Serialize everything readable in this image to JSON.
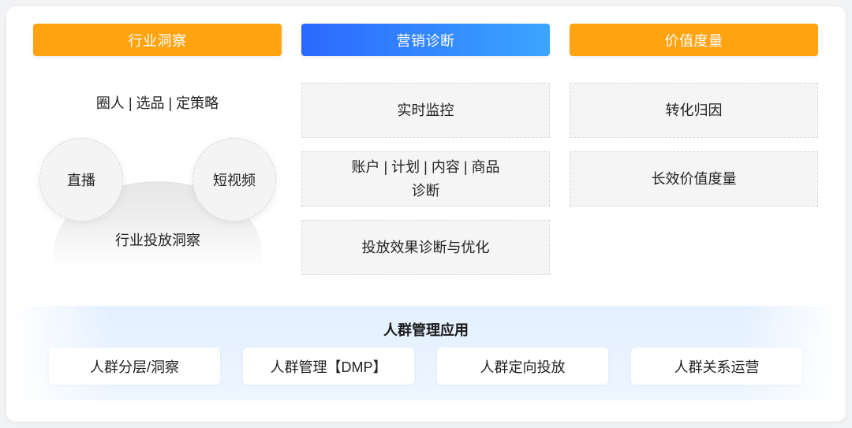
{
  "colors": {
    "orange": "#FFA310",
    "blue_start": "#2B68FF",
    "blue_end": "#3BA5FF",
    "band": "#E3F0FF"
  },
  "industry": {
    "header": "行业洞察",
    "tagline": "圈人 | 选品 | 定策略",
    "circles": [
      "直播",
      "短视频"
    ],
    "base_label": "行业投放洞察"
  },
  "diagnosis": {
    "header": "营销诊断",
    "items": [
      {
        "lines": [
          "实时监控"
        ]
      },
      {
        "lines": [
          "账户 | 计划 | 内容 | 商品",
          "诊断"
        ]
      },
      {
        "lines": [
          "投放效果诊断与优化"
        ]
      }
    ]
  },
  "value": {
    "header": "价值度量",
    "items": [
      {
        "lines": [
          "转化归因"
        ]
      },
      {
        "lines": [
          "长效价值度量"
        ]
      }
    ]
  },
  "audience": {
    "title": "人群管理应用",
    "items": [
      "人群分层/洞察",
      "人群管理【DMP】",
      "人群定向投放",
      "人群关系运营"
    ]
  }
}
